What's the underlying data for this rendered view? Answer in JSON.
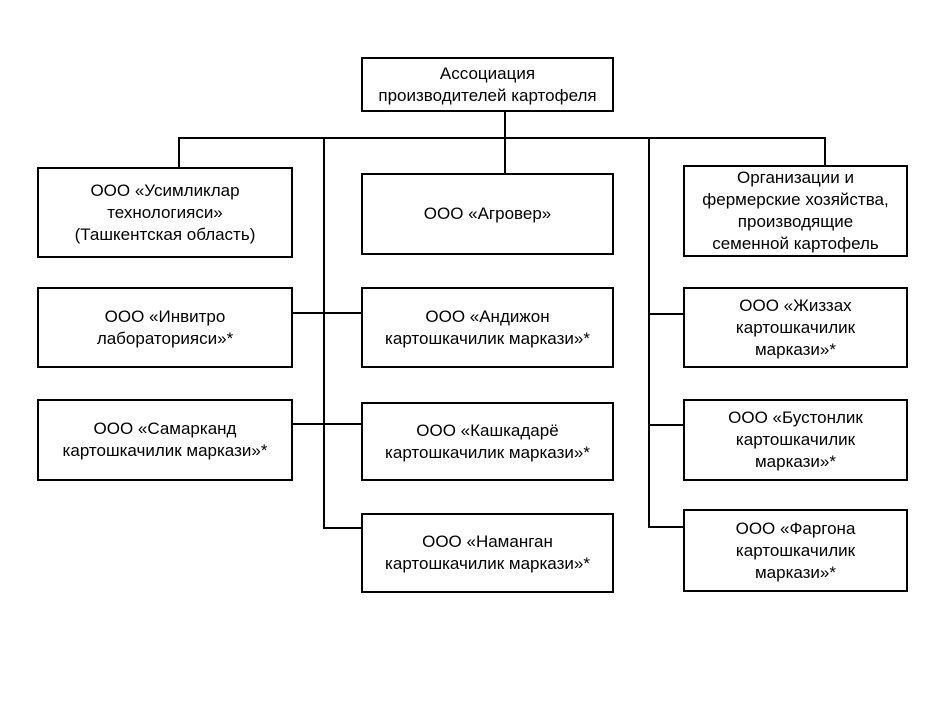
{
  "diagram": {
    "type": "org-chart",
    "background_color": "#ffffff",
    "box_fill_color": "#ffffff",
    "box_border_color": "#000000",
    "line_color": "#000000",
    "text_color": "#000000",
    "nodes": {
      "root": {
        "label": "Ассоциация\nпроизводителей картофеля"
      },
      "left": [
        {
          "label": "ООО «Усимликлар\nтехнологияси»\n(Ташкентская область)"
        },
        {
          "label": "ООО «Инвитро\nлабораторияси»*"
        },
        {
          "label": "ООО «Самарканд\nкартошкачилик маркази»*"
        }
      ],
      "middle": [
        {
          "label": "ООО «Агровер»"
        },
        {
          "label": "ООО «Андижон\nкартошкачилик маркази»*"
        },
        {
          "label": "ООО «Кашкадарё\nкартошкачилик маркази»*"
        },
        {
          "label": "ООО «Наманган\nкартошкачилик маркази»*"
        }
      ],
      "right": [
        {
          "label": "Организации и\nфермерские хозяйства,\nпроизводящие\nсеменной картофель"
        },
        {
          "label": "ООО «Жиззах\nкартошкачилик\nмаркази»*"
        },
        {
          "label": "ООО «Бустонлик\nкартошкачилик\nмаркази»*"
        },
        {
          "label": "ООО «Фаргона\nкартошкачилик\nмаркази»*"
        }
      ]
    }
  }
}
